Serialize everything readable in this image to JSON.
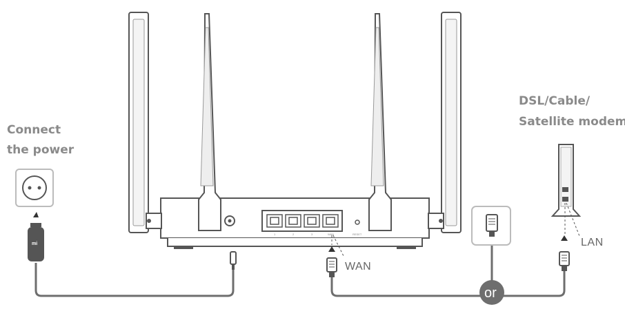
{
  "labels": {
    "power_line1": "Connect",
    "power_line2": "the power",
    "modem_line1": "DSL/Cable/",
    "modem_line2": "Satellite modem",
    "wan": "WAN",
    "lan": "LAN",
    "or": "or"
  },
  "adapter_logo": "mi",
  "router_small_labels": {
    "port1": "1",
    "port2": "2",
    "port3": "3",
    "wan_port": "WAN",
    "reset": "RESET"
  },
  "colors": {
    "outline": "#555555",
    "cable": "#6e6e6e",
    "label_gray": "#8a8a8a",
    "or_badge": "#6e6e6e"
  }
}
